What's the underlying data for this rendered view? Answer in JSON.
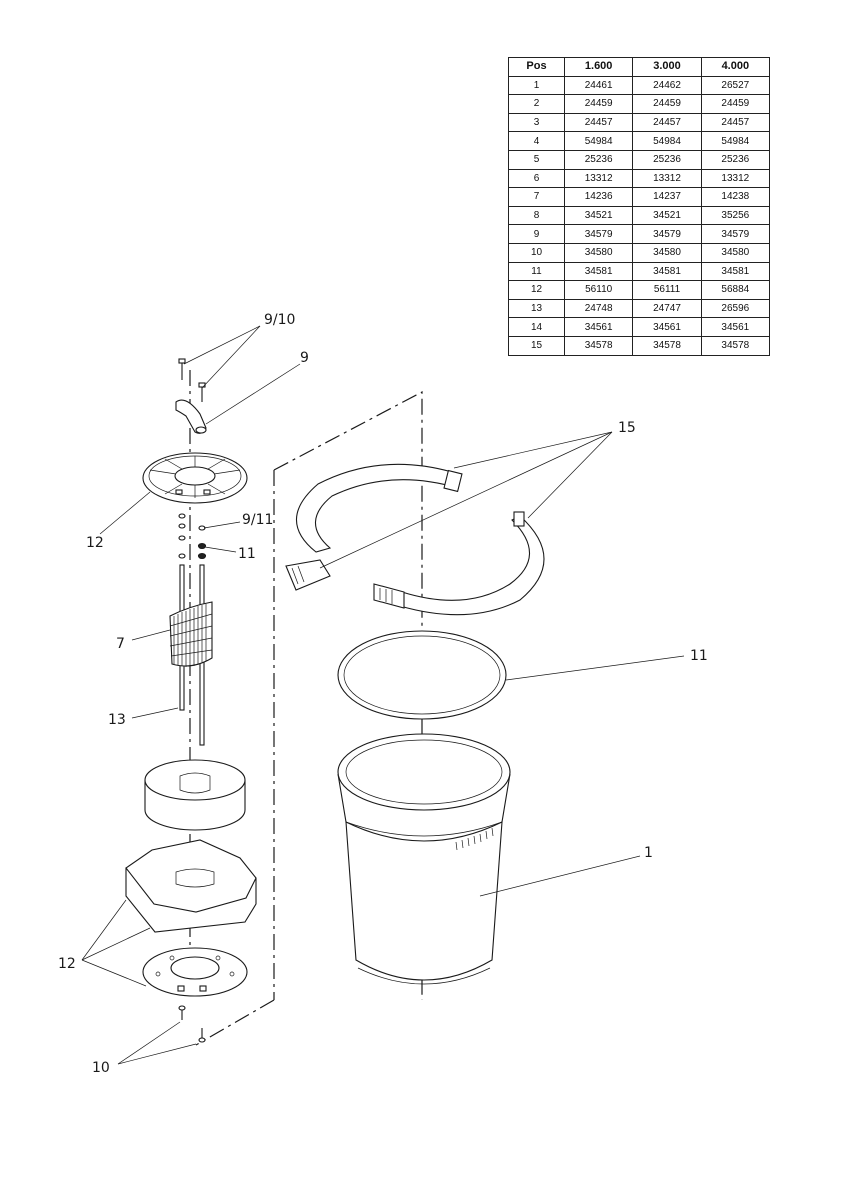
{
  "parts_table": {
    "headers": [
      "Pos",
      "1.600",
      "3.000",
      "4.000"
    ],
    "rows": [
      [
        "1",
        "24461",
        "24462",
        "26527"
      ],
      [
        "2",
        "24459",
        "24459",
        "24459"
      ],
      [
        "3",
        "24457",
        "24457",
        "24457"
      ],
      [
        "4",
        "54984",
        "54984",
        "54984"
      ],
      [
        "5",
        "25236",
        "25236",
        "25236"
      ],
      [
        "6",
        "13312",
        "13312",
        "13312"
      ],
      [
        "7",
        "14236",
        "14237",
        "14238"
      ],
      [
        "8",
        "34521",
        "34521",
        "35256"
      ],
      [
        "9",
        "34579",
        "34579",
        "34579"
      ],
      [
        "10",
        "34580",
        "34580",
        "34580"
      ],
      [
        "11",
        "34581",
        "34581",
        "34581"
      ],
      [
        "12",
        "56110",
        "56111",
        "56884"
      ],
      [
        "13",
        "24748",
        "24747",
        "26596"
      ],
      [
        "14",
        "34561",
        "34561",
        "34561"
      ],
      [
        "15",
        "34578",
        "34578",
        "34578"
      ]
    ]
  },
  "callouts": {
    "screw_9_10": "9/10",
    "handle_9": "9",
    "plate_12_top": "12",
    "screw_9_11": "9/11",
    "oring_11_left": "11",
    "basket_7": "7",
    "rod_13": "13",
    "clamp_15": "15",
    "oring_11_right": "11",
    "container_1": "1",
    "base_12": "12",
    "screw_10": "10"
  }
}
